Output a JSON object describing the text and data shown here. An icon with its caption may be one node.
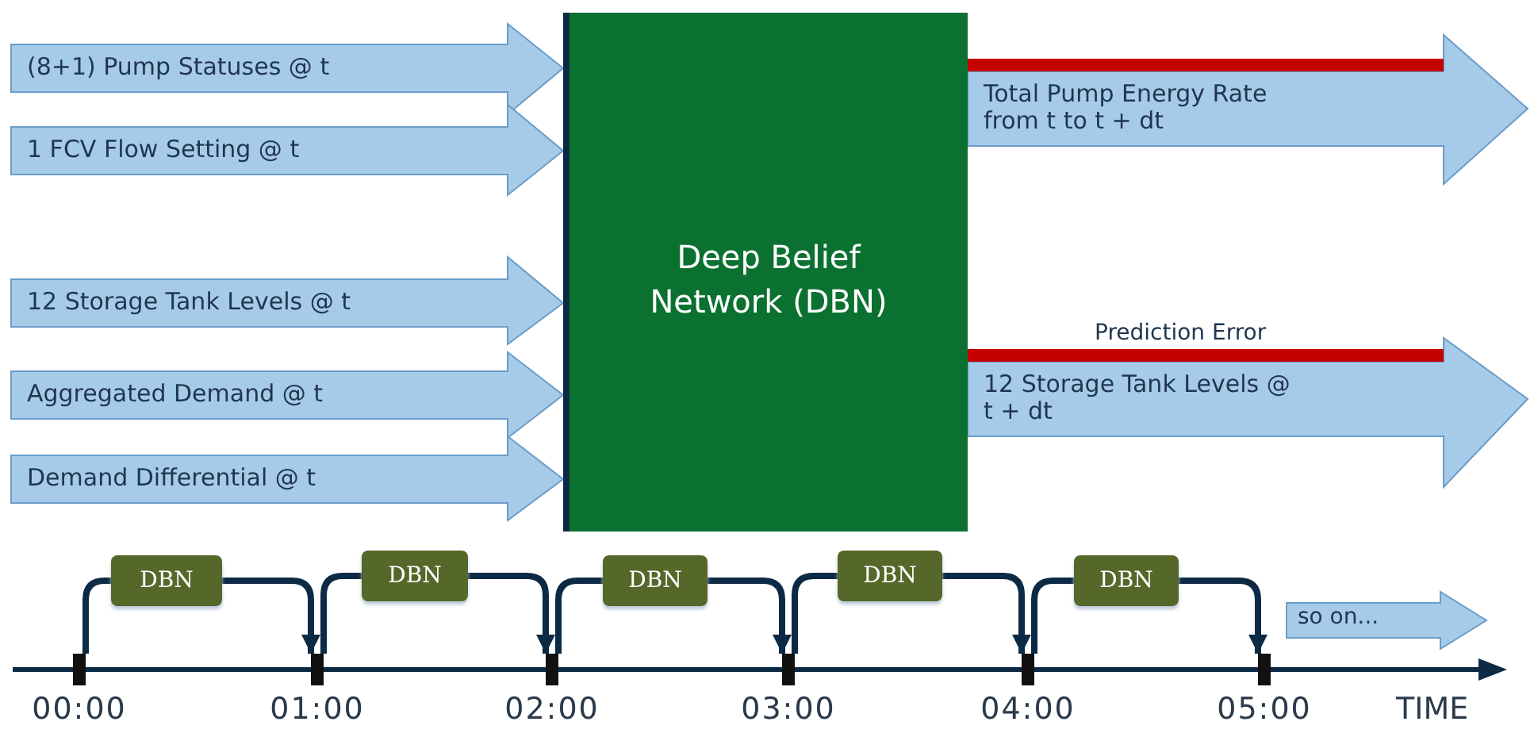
{
  "diagram": {
    "nodes": [
      {
        "text": [
          "Deep Belief Network (DBN)"
        ]
      },
      {
        "text": [
          "DBN"
        ]
      },
      {
        "text": [
          "DBN"
        ]
      },
      {
        "text": [
          "DBN"
        ]
      },
      {
        "text": [
          "DBN"
        ]
      },
      {
        "text": [
          "DBN"
        ]
      },
      {
        "text": [
          "00:00"
        ]
      },
      {
        "text": [
          "01:00"
        ]
      },
      {
        "text": [
          "02:00"
        ]
      },
      {
        "text": [
          "03:00"
        ]
      },
      {
        "text": [
          "04:00"
        ]
      },
      {
        "text": [
          "05:00"
        ]
      },
      {
        "text": [
          "so on..."
        ]
      }
    ],
    "edges": [
      {
        "from": null,
        "to": 0,
        "arrow": "to",
        "label": "(8+1) Pump Statuses @ t",
        "style": "thick",
        "color": "#a6cbe9"
      },
      {
        "from": null,
        "to": 0,
        "arrow": "to",
        "label": "1 FCV Flow Setting @ t",
        "style": "thick",
        "color": "#a6cbe9"
      },
      {
        "from": null,
        "to": 0,
        "arrow": "to",
        "label": "12 Storage Tank Levels @ t",
        "style": "thick",
        "color": "#a6cbe9"
      },
      {
        "from": null,
        "to": 0,
        "arrow": "to",
        "label": "Aggregated Demand @ t",
        "style": "thick",
        "color": "#a6cbe9"
      },
      {
        "from": null,
        "to": 0,
        "arrow": "to",
        "label": "Demand Differential @ t",
        "style": "thick",
        "color": "#a6cbe9"
      },
      {
        "from": 0,
        "to": null,
        "arrow": "to",
        "label": "Total Pump Energy Rate from t to t + dt",
        "style": "thick",
        "color": "#a6cbe9"
      },
      {
        "from": 0,
        "to": null,
        "arrow": "to",
        "label": "12 Storage Tank Levels @ t + dt",
        "style": "thick",
        "color": "#a6cbe9"
      },
      {
        "from": 6,
        "to": 1,
        "arrow": "none"
      },
      {
        "from": 1,
        "to": 7,
        "arrow": "to"
      },
      {
        "from": 7,
        "to": 2,
        "arrow": "none"
      },
      {
        "from": 2,
        "to": 8,
        "arrow": "to"
      },
      {
        "from": 8,
        "to": 3,
        "arrow": "none"
      },
      {
        "from": 3,
        "to": 9,
        "arrow": "to"
      },
      {
        "from": 9,
        "to": 4,
        "arrow": "none"
      },
      {
        "from": 4,
        "to": 10,
        "arrow": "to"
      },
      {
        "from": 10,
        "to": 5,
        "arrow": "none"
      },
      {
        "from": 5,
        "to": 11,
        "arrow": "to"
      }
    ],
    "labels": [
      "Prediction Error",
      "TIME"
    ]
  }
}
